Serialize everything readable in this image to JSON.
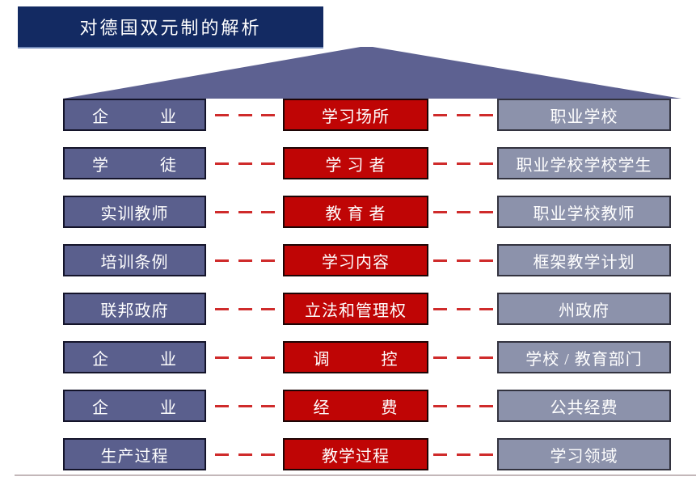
{
  "title": "对德国双元制的解析",
  "colors": {
    "title_bg": "#132a62",
    "roof": "#5d6191",
    "left_box": "#5a5f8d",
    "mid_box": "#bf0505",
    "right_box": "#8c92ab",
    "dash": "#cf2b2b",
    "bottom_rule": "#c3b7b9",
    "text": "#ffffff"
  },
  "rows": [
    {
      "left": "企　　　业",
      "mid": "学习场所",
      "right": "职业学校"
    },
    {
      "left": "学　　　徒",
      "mid": "学 习 者",
      "right": "职业学校学校学生"
    },
    {
      "left": "实训教师",
      "mid": "教 育 者",
      "right": "职业学校教师"
    },
    {
      "left": "培训条例",
      "mid": "学习内容",
      "right": "框架教学计划"
    },
    {
      "left": "联邦政府",
      "mid": "立法和管理权",
      "right": "州政府"
    },
    {
      "left": "企　　　业",
      "mid": "调　　　控",
      "right": "学校 / 教育部门"
    },
    {
      "left": "企　　　业",
      "mid": "经　　　费",
      "right": "公共经费"
    },
    {
      "left": "生产过程",
      "mid": "教学过程",
      "right": "学习领域"
    }
  ]
}
